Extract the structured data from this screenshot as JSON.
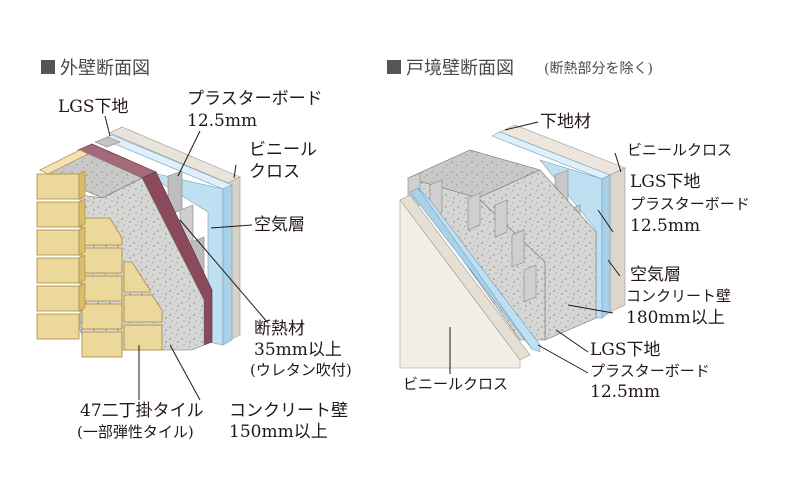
{
  "left_panel": {
    "title": "外壁断面図",
    "labels": {
      "lgs": "LGS下地",
      "board_line1": "プラスターボード",
      "board_line2": "12.5mm",
      "vinyl_line1": "ビニール",
      "vinyl_line2": "クロス",
      "air": "空気層",
      "insul_line1": "断熱材",
      "insul_line2": "35mm以上",
      "insul_line3": "(ウレタン吹付)",
      "tile_line1": "47二丁掛タイル",
      "tile_line2": "(一部弾性タイル)",
      "concrete_line1": "コンクリート壁",
      "concrete_line2": "150mm以上"
    }
  },
  "right_panel": {
    "title": "戸境壁断面図",
    "title_note": "(断熱部分を除く)",
    "labels": {
      "base": "下地材",
      "vinyl_top": "ビニールクロス",
      "lgs_top": "LGS下地",
      "board_top_line1": "プラスターボード",
      "board_top_line2": "12.5mm",
      "air": "空気層",
      "concrete_line1": "コンクリート壁",
      "concrete_line2": "180mm以上",
      "lgs_bottom": "LGS下地",
      "board_bottom_line1": "プラスターボード",
      "board_bottom_line2": "12.5mm",
      "vinyl_bottom": "ビニールクロス"
    }
  },
  "colors": {
    "concrete": "#d6d6d4",
    "concrete_dots": "#8c8c8c",
    "tile": "#ecd89a",
    "tile_dark": "#d9bd6c",
    "insulation": "#8a4a5c",
    "board": "#bfe0f2",
    "cloth": "#f4efe6",
    "lgs": "#cfcfcf"
  }
}
